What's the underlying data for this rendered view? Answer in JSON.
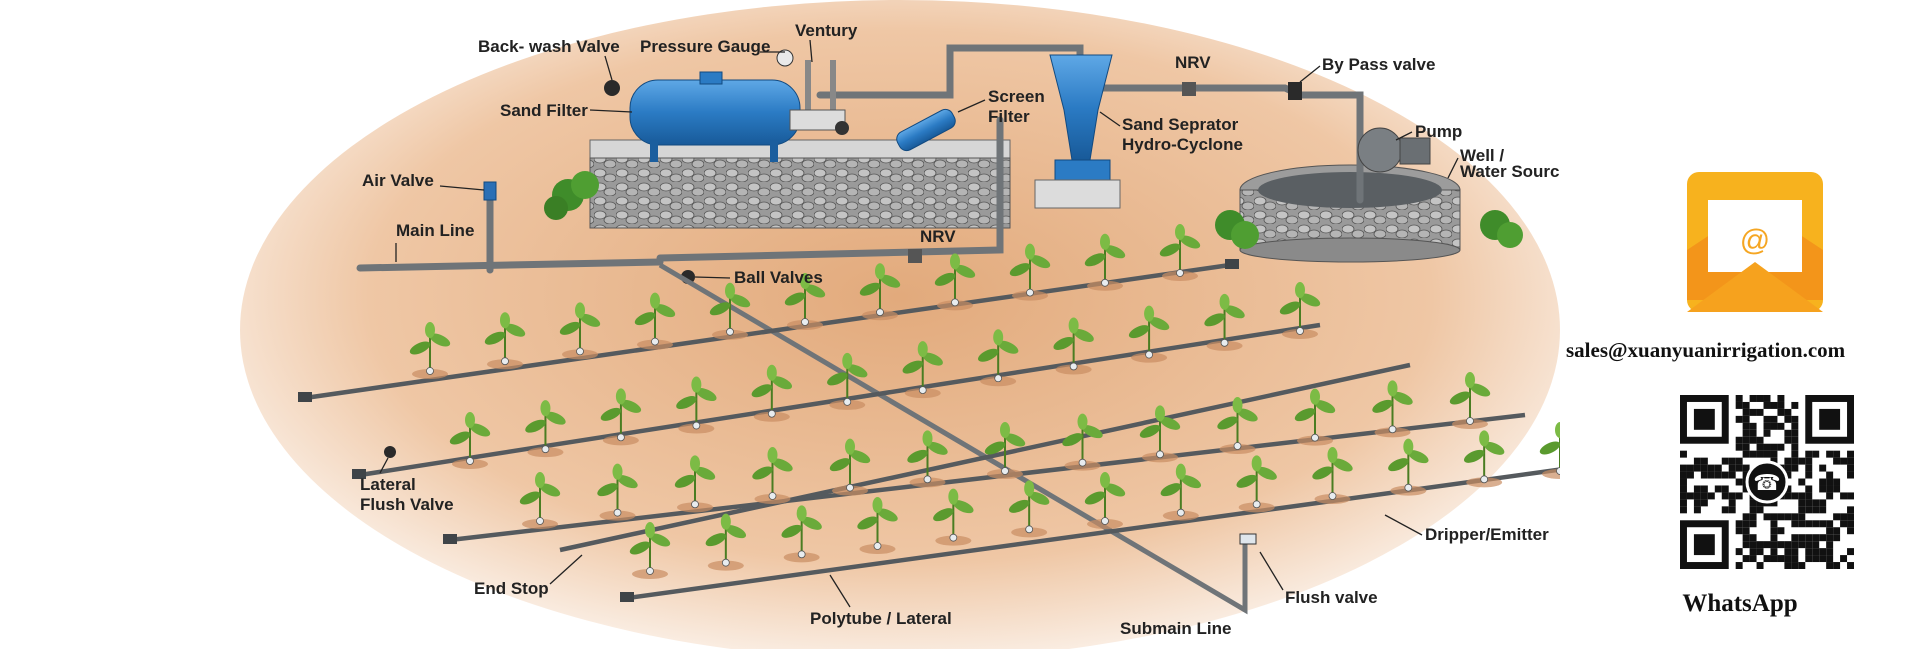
{
  "labels": {
    "backwash_valve": "Back- wash Valve",
    "pressure_gauge": "Pressure Gauge",
    "venturi": "Ventury",
    "sand_filter": "Sand Filter",
    "screen_filter_1": "Screen",
    "screen_filter_2": "Filter",
    "nrv_top": "NRV",
    "bypass_valve": "By Pass valve",
    "sand_separator_1": "Sand Seprator",
    "sand_separator_2": "Hydro-Cyclone",
    "pump": "Pump",
    "well_1": "Well /",
    "well_2": "Water Source",
    "air_valve": "Air Valve",
    "main_line": "Main Line",
    "nrv_bottom": "NRV",
    "ball_valves": "Ball Valves",
    "lateral_flush_1": "Lateral",
    "lateral_flush_2": "Flush Valve",
    "end_stop": "End Stop",
    "polytube": "Polytube / Lateral",
    "submain": "Submain Line",
    "flush_valve": "Flush valve",
    "dripper": "Dripper/Emitter"
  },
  "contact": {
    "email": "sales@xuanyuanirrigation.com",
    "whatsapp_label": "WhatsApp"
  },
  "icons": {
    "email": "email-envelope-icon",
    "qr": "whatsapp-qr-code-icon"
  },
  "colors": {
    "soil": "#e8b48a",
    "pipe": "#6f7478",
    "equipment_blue": "#2b7bc4",
    "envelope": "#f5a623",
    "plant": "#5a9a2e"
  }
}
